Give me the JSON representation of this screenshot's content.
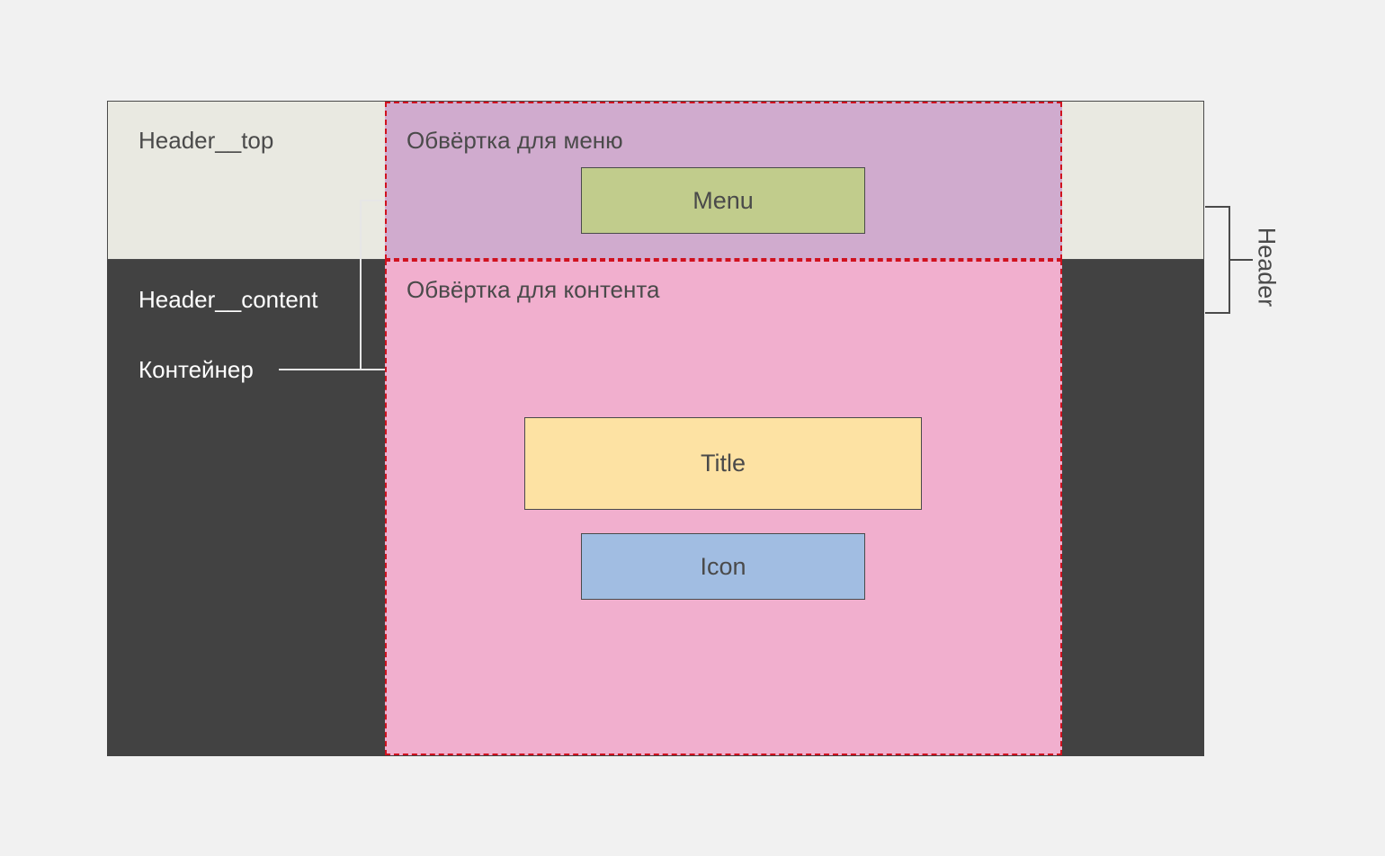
{
  "labels": {
    "header_top": "Header__top",
    "header_content": "Header__content",
    "container": "Контейнер",
    "menu_wrapper": "Обвёртка для меню",
    "content_wrapper": "Обвёртка для контента",
    "menu": "Menu",
    "title": "Title",
    "icon": "Icon",
    "header": "Header"
  },
  "colors": {
    "page_background": "#f1f1f1",
    "header_top": "#e9e9e1",
    "header_content": "#424242",
    "menu_wrapper": "#d0abce",
    "content_wrapper": "#f1afce",
    "wrapper_dashed_border": "#d0121f",
    "menu": "#c1cc8c",
    "title": "#fde2a3",
    "icon": "#a1bde2"
  }
}
